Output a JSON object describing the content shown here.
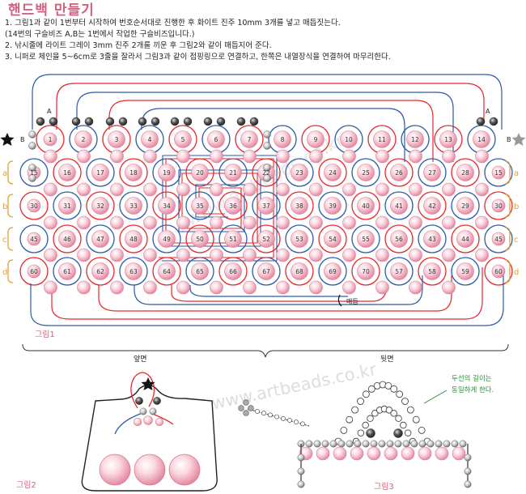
{
  "title": "핸드백 만들기",
  "steps": [
    "1.  그림1과 같이 1번부터 시작하여 번호순서대로 진행한 후 화이트 진주 10mm 3개를 넣고 매듭짓는다.",
    "     (14번의 구슬비즈 A,B는 1번에서 작업한 구슬비즈입니다.)",
    "2.  낚시줄에 라이트 그레이 3mm 진주 2개를 끼운 후 그림2와 같이 매듭지어 준다.",
    "3.  니퍼로 체인을 5~6cm로 3줄을 잘라서 그림3과 같이 접핑링으로 연결하고, 한쪽은 내열장식을 연결하여 마무리한다."
  ],
  "figure1": {
    "label": "그림1",
    "row_labels": [
      "a",
      "b",
      "c",
      "d"
    ],
    "rows": [
      [
        "1",
        "2",
        "3",
        "4",
        "5",
        "6",
        "7",
        "8",
        "9",
        "10",
        "11",
        "12",
        "13",
        "14"
      ],
      [
        "15",
        "16",
        "17",
        "18",
        "19",
        "20",
        "21",
        "22",
        "23",
        "24",
        "25",
        "26",
        "27",
        "28",
        "15"
      ],
      [
        "30",
        "31",
        "32",
        "33",
        "34",
        "35",
        "36",
        "37",
        "38",
        "39",
        "40",
        "41",
        "42",
        "29",
        "30"
      ],
      [
        "45",
        "46",
        "47",
        "48",
        "49",
        "50",
        "51",
        "52",
        "53",
        "54",
        "55",
        "56",
        "43",
        "44",
        "45"
      ],
      [
        "60",
        "61",
        "62",
        "63",
        "64",
        "65",
        "66",
        "67",
        "68",
        "69",
        "70",
        "57",
        "58",
        "59",
        "60"
      ]
    ],
    "bead_a": "A",
    "bead_b": "B",
    "start_note": "매듭",
    "front_label": "앞면",
    "back_label": "뒷면"
  },
  "figure2": {
    "label": "그림2"
  },
  "figure3": {
    "label": "그림3",
    "note_line1": "두선의 길이는",
    "note_line2": "동일하게 한다."
  },
  "watermark": "www.artbeads.co.kr",
  "colors": {
    "red": "#e8262c",
    "blue": "#2b5aa6",
    "pearl": "#f4b5c6",
    "gold": "#e0a13a",
    "title": "#d2637f"
  }
}
